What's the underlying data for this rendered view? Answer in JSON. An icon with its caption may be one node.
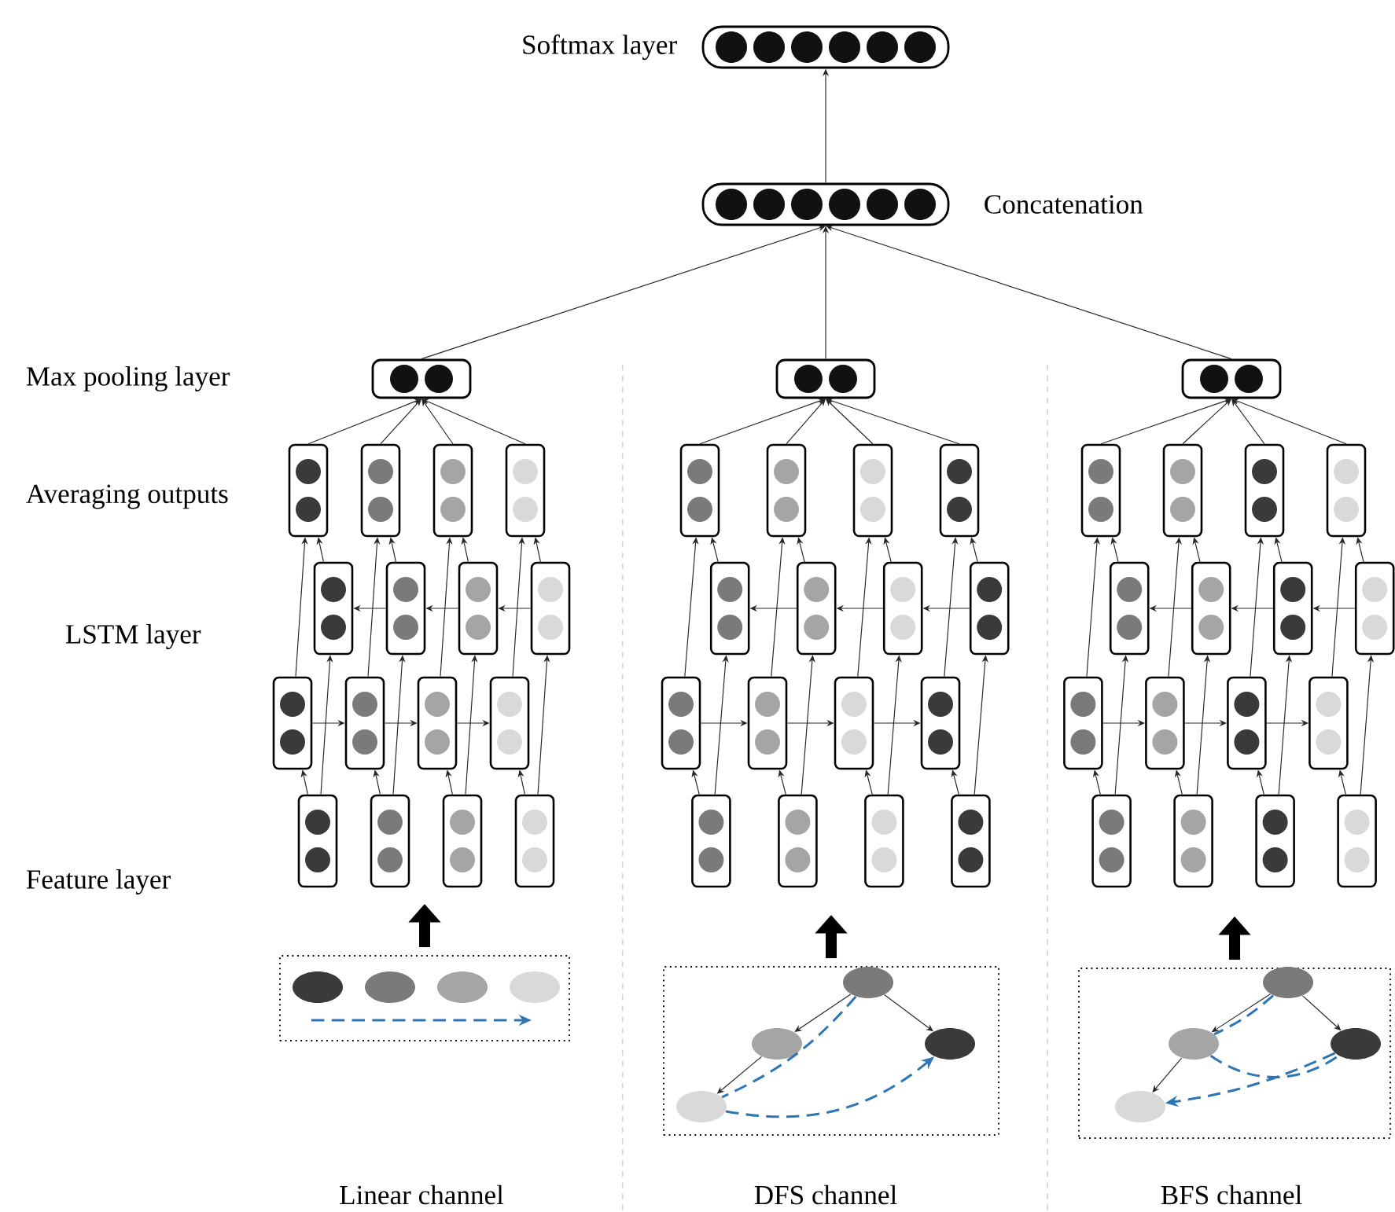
{
  "diagram": {
    "nodes": [
      {
        "text": [],
        "shape": "box",
        "beside": [
          "Softmax layer"
        ]
      },
      {
        "text": [],
        "shape": "box",
        "beside": [
          "Concatenation"
        ]
      },
      {
        "text": [],
        "shape": "box"
      },
      {
        "text": [],
        "shape": "box"
      },
      {
        "text": [],
        "shape": "box"
      },
      {
        "text": [],
        "shape": "box"
      },
      {
        "text": [],
        "shape": "box"
      },
      {
        "text": [],
        "shape": "box"
      },
      {
        "text": [],
        "shape": "box"
      },
      {
        "text": [],
        "shape": "box"
      },
      {
        "text": [],
        "shape": "box"
      },
      {
        "text": [],
        "shape": "box"
      },
      {
        "text": [],
        "shape": "box"
      },
      {
        "text": [],
        "shape": "box"
      },
      {
        "text": [],
        "shape": "box"
      },
      {
        "text": [],
        "shape": "box"
      },
      {
        "text": [],
        "shape": "box"
      },
      {
        "text": [],
        "shape": "box"
      },
      {
        "text": [],
        "shape": "box"
      },
      {
        "text": [],
        "shape": "box"
      },
      {
        "text": [],
        "shape": "box"
      },
      {
        "text": [],
        "shape": "box"
      },
      {
        "text": [],
        "shape": "box"
      },
      {
        "text": [],
        "shape": "box"
      },
      {
        "text": [],
        "shape": "box"
      },
      {
        "text": [],
        "shape": "box"
      },
      {
        "text": [],
        "shape": "box"
      },
      {
        "text": [],
        "shape": "box"
      },
      {
        "text": [],
        "shape": "box"
      },
      {
        "text": [],
        "shape": "box"
      },
      {
        "text": [],
        "shape": "box"
      },
      {
        "text": [],
        "shape": "box"
      },
      {
        "text": [],
        "shape": "box"
      },
      {
        "text": [],
        "shape": "box"
      },
      {
        "text": [],
        "shape": "box"
      },
      {
        "text": [],
        "shape": "box"
      },
      {
        "text": [],
        "shape": "box"
      },
      {
        "text": [],
        "shape": "box"
      },
      {
        "text": [],
        "shape": "box"
      },
      {
        "text": [],
        "shape": "box"
      },
      {
        "text": [],
        "shape": "box"
      },
      {
        "text": [],
        "shape": "box"
      },
      {
        "text": [],
        "shape": "box"
      },
      {
        "text": [],
        "shape": "box"
      },
      {
        "text": [],
        "shape": "box"
      },
      {
        "text": [],
        "shape": "box"
      },
      {
        "text": [],
        "shape": "box"
      },
      {
        "text": [],
        "shape": "box"
      },
      {
        "text": [],
        "shape": "box"
      },
      {
        "text": [],
        "shape": "box"
      },
      {
        "text": [],
        "shape": "box"
      },
      {
        "text": [],
        "shape": "box"
      },
      {
        "text": [],
        "shape": "box"
      },
      {
        "text": [],
        "shape": "box"
      },
      {
        "text": [],
        "shape": "ellipse",
        "in": 53
      },
      {
        "text": [],
        "shape": "ellipse",
        "in": 53
      },
      {
        "text": [],
        "shape": "ellipse",
        "in": 53
      },
      {
        "text": [],
        "shape": "ellipse",
        "in": 53
      },
      {
        "text": [],
        "shape": "box"
      },
      {
        "text": [],
        "shape": "ellipse",
        "in": 58
      },
      {
        "text": [],
        "shape": "ellipse",
        "in": 58
      },
      {
        "text": [],
        "shape": "ellipse",
        "in": 58
      },
      {
        "text": [],
        "shape": "ellipse",
        "in": 58
      },
      {
        "text": [],
        "shape": "box"
      },
      {
        "text": [],
        "shape": "ellipse",
        "in": 63
      },
      {
        "text": [],
        "shape": "ellipse",
        "in": 63
      },
      {
        "text": [],
        "shape": "ellipse",
        "in": 63
      },
      {
        "text": [],
        "shape": "ellipse",
        "in": 63
      }
    ],
    "edges": [
      {
        "from": 1,
        "to": 0,
        "arrow": "to"
      },
      {
        "from": 2,
        "to": 1,
        "arrow": "to"
      },
      {
        "from": 3,
        "to": 1,
        "arrow": "to"
      },
      {
        "from": 4,
        "to": 1,
        "arrow": "to"
      },
      {
        "from": 5,
        "to": 2,
        "arrow": "to"
      },
      {
        "from": 6,
        "to": 2,
        "arrow": "to"
      },
      {
        "from": 7,
        "to": 2,
        "arrow": "to"
      },
      {
        "from": 8,
        "to": 2,
        "arrow": "to"
      },
      {
        "from": 9,
        "to": 5,
        "arrow": "to"
      },
      {
        "from": 10,
        "to": 6,
        "arrow": "to"
      },
      {
        "from": 11,
        "to": 7,
        "arrow": "to"
      },
      {
        "from": 12,
        "to": 8,
        "arrow": "to"
      },
      {
        "from": 13,
        "to": 5,
        "arrow": "to"
      },
      {
        "from": 14,
        "to": 6,
        "arrow": "to"
      },
      {
        "from": 15,
        "to": 7,
        "arrow": "to"
      },
      {
        "from": 16,
        "to": 8,
        "arrow": "to"
      },
      {
        "from": 13,
        "to": 14,
        "arrow": "to"
      },
      {
        "from": 14,
        "to": 15,
        "arrow": "to"
      },
      {
        "from": 15,
        "to": 16,
        "arrow": "to"
      },
      {
        "from": 12,
        "to": 11,
        "arrow": "to"
      },
      {
        "from": 11,
        "to": 10,
        "arrow": "to"
      },
      {
        "from": 10,
        "to": 9,
        "arrow": "to"
      },
      {
        "from": 17,
        "to": 13,
        "arrow": "to"
      },
      {
        "from": 18,
        "to": 14,
        "arrow": "to"
      },
      {
        "from": 19,
        "to": 15,
        "arrow": "to"
      },
      {
        "from": 20,
        "to": 16,
        "arrow": "to"
      },
      {
        "from": 17,
        "to": 9,
        "arrow": "to"
      },
      {
        "from": 18,
        "to": 10,
        "arrow": "to"
      },
      {
        "from": 19,
        "to": 11,
        "arrow": "to"
      },
      {
        "from": 20,
        "to": 12,
        "arrow": "to"
      },
      {
        "from": 21,
        "to": 3,
        "arrow": "to"
      },
      {
        "from": 22,
        "to": 3,
        "arrow": "to"
      },
      {
        "from": 23,
        "to": 3,
        "arrow": "to"
      },
      {
        "from": 24,
        "to": 3,
        "arrow": "to"
      },
      {
        "from": 25,
        "to": 21,
        "arrow": "to"
      },
      {
        "from": 26,
        "to": 22,
        "arrow": "to"
      },
      {
        "from": 27,
        "to": 23,
        "arrow": "to"
      },
      {
        "from": 28,
        "to": 24,
        "arrow": "to"
      },
      {
        "from": 29,
        "to": 21,
        "arrow": "to"
      },
      {
        "from": 30,
        "to": 22,
        "arrow": "to"
      },
      {
        "from": 31,
        "to": 23,
        "arrow": "to"
      },
      {
        "from": 32,
        "to": 24,
        "arrow": "to"
      },
      {
        "from": 29,
        "to": 30,
        "arrow": "to"
      },
      {
        "from": 30,
        "to": 31,
        "arrow": "to"
      },
      {
        "from": 31,
        "to": 32,
        "arrow": "to"
      },
      {
        "from": 28,
        "to": 27,
        "arrow": "to"
      },
      {
        "from": 27,
        "to": 26,
        "arrow": "to"
      },
      {
        "from": 26,
        "to": 25,
        "arrow": "to"
      },
      {
        "from": 33,
        "to": 29,
        "arrow": "to"
      },
      {
        "from": 34,
        "to": 30,
        "arrow": "to"
      },
      {
        "from": 35,
        "to": 31,
        "arrow": "to"
      },
      {
        "from": 36,
        "to": 32,
        "arrow": "to"
      },
      {
        "from": 33,
        "to": 25,
        "arrow": "to"
      },
      {
        "from": 34,
        "to": 26,
        "arrow": "to"
      },
      {
        "from": 35,
        "to": 27,
        "arrow": "to"
      },
      {
        "from": 36,
        "to": 28,
        "arrow": "to"
      },
      {
        "from": 37,
        "to": 4,
        "arrow": "to"
      },
      {
        "from": 38,
        "to": 4,
        "arrow": "to"
      },
      {
        "from": 39,
        "to": 4,
        "arrow": "to"
      },
      {
        "from": 40,
        "to": 4,
        "arrow": "to"
      },
      {
        "from": 41,
        "to": 37,
        "arrow": "to"
      },
      {
        "from": 42,
        "to": 38,
        "arrow": "to"
      },
      {
        "from": 43,
        "to": 39,
        "arrow": "to"
      },
      {
        "from": 44,
        "to": 40,
        "arrow": "to"
      },
      {
        "from": 45,
        "to": 37,
        "arrow": "to"
      },
      {
        "from": 46,
        "to": 38,
        "arrow": "to"
      },
      {
        "from": 47,
        "to": 39,
        "arrow": "to"
      },
      {
        "from": 48,
        "to": 40,
        "arrow": "to"
      },
      {
        "from": 45,
        "to": 46,
        "arrow": "to"
      },
      {
        "from": 46,
        "to": 47,
        "arrow": "to"
      },
      {
        "from": 47,
        "to": 48,
        "arrow": "to"
      },
      {
        "from": 44,
        "to": 43,
        "arrow": "to"
      },
      {
        "from": 43,
        "to": 42,
        "arrow": "to"
      },
      {
        "from": 42,
        "to": 41,
        "arrow": "to"
      },
      {
        "from": 49,
        "to": 45,
        "arrow": "to"
      },
      {
        "from": 50,
        "to": 46,
        "arrow": "to"
      },
      {
        "from": 51,
        "to": 47,
        "arrow": "to"
      },
      {
        "from": 52,
        "to": 48,
        "arrow": "to"
      },
      {
        "from": 49,
        "to": 41,
        "arrow": "to"
      },
      {
        "from": 50,
        "to": 42,
        "arrow": "to"
      },
      {
        "from": 51,
        "to": 43,
        "arrow": "to"
      },
      {
        "from": 52,
        "to": 44,
        "arrow": "to"
      },
      {
        "from": 53,
        "to": null,
        "arrow": "to",
        "style": "thick"
      },
      {
        "from": 58,
        "to": null,
        "arrow": "to",
        "style": "thick"
      },
      {
        "from": 63,
        "to": null,
        "arrow": "to",
        "style": "thick"
      },
      {
        "from": 59,
        "to": 60,
        "arrow": "to"
      },
      {
        "from": 59,
        "to": 61,
        "arrow": "to"
      },
      {
        "from": 60,
        "to": 62,
        "arrow": "to"
      },
      {
        "from": 64,
        "to": 65,
        "arrow": "to"
      },
      {
        "from": 64,
        "to": 66,
        "arrow": "to"
      },
      {
        "from": 65,
        "to": 67,
        "arrow": "to"
      },
      {
        "from": 59,
        "to": 62,
        "arrow": "none",
        "style": "dashed",
        "color": "#2e75b6"
      },
      {
        "from": 62,
        "to": 61,
        "arrow": "to",
        "style": "dashed",
        "color": "#2e75b6"
      },
      {
        "from": 64,
        "to": 65,
        "arrow": "none",
        "style": "dashed",
        "color": "#2e75b6"
      },
      {
        "from": 65,
        "to": 66,
        "arrow": "none",
        "style": "dashed",
        "color": "#2e75b6"
      },
      {
        "from": 66,
        "to": 67,
        "arrow": "to",
        "style": "dashed",
        "color": "#2e75b6"
      }
    ],
    "labels": [
      "Max pooling layer",
      "Averaging outputs",
      "LSTM layer",
      "Feature layer",
      "Linear channel",
      "DFS channel",
      "BFS channel"
    ]
  }
}
